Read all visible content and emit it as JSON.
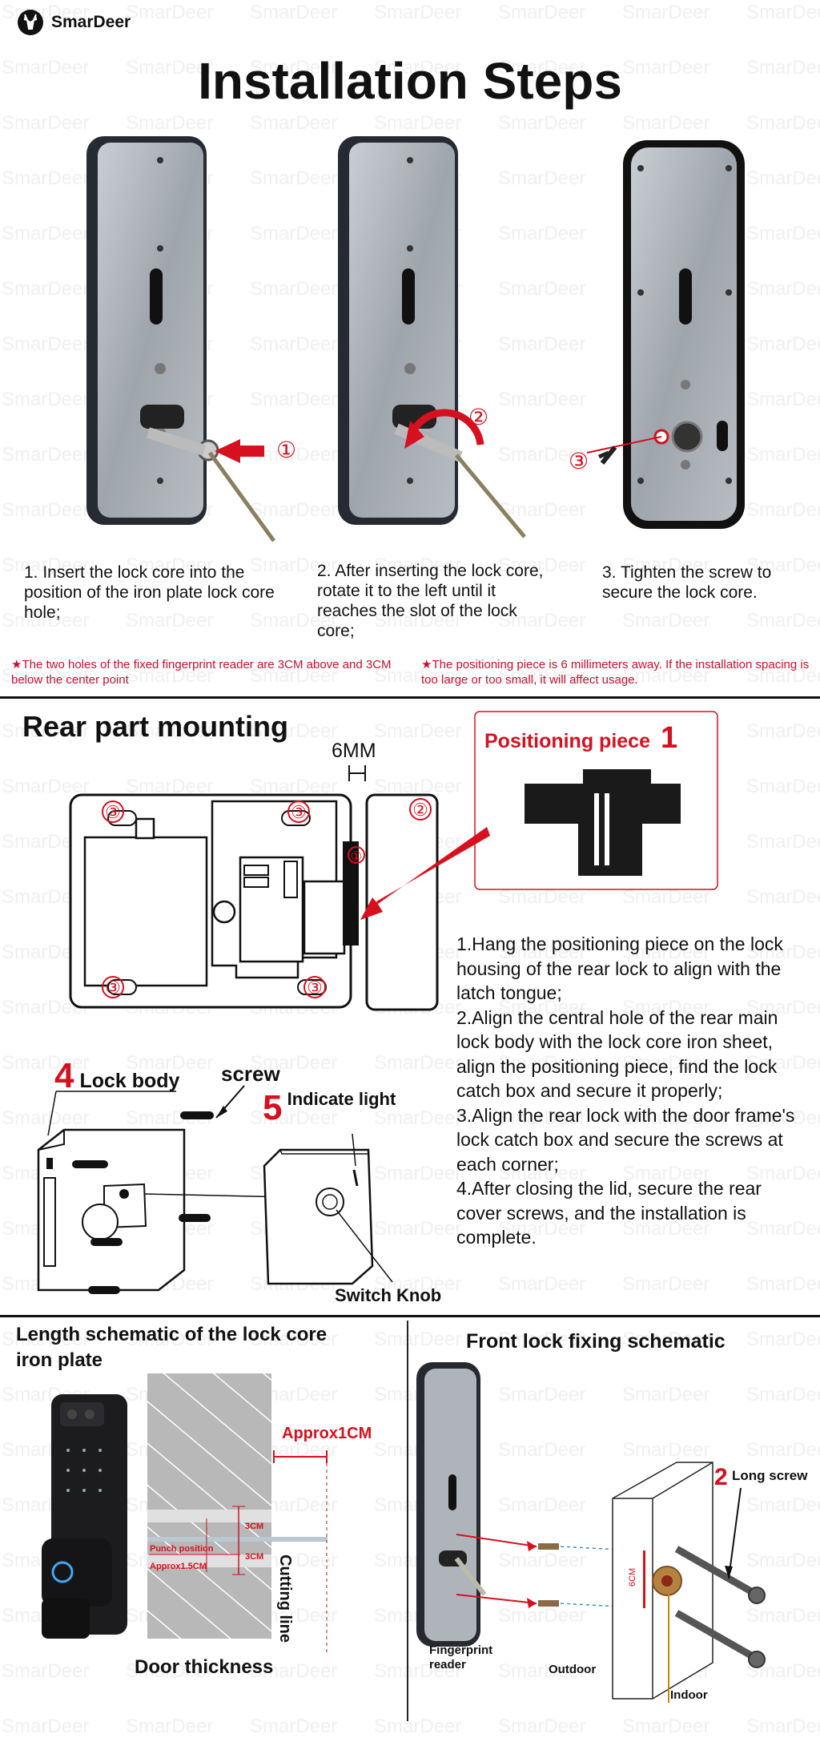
{
  "brand": {
    "name": "SmarDeer",
    "watermark": "SmarDeer"
  },
  "title": "Installation Steps",
  "steps": [
    {
      "num": "①",
      "text": "1. Insert the lock core into the position of the iron plate lock core hole;"
    },
    {
      "num": "②",
      "text": "2. After inserting the lock core, rotate it to the left until it reaches the slot of the lock core;"
    },
    {
      "num": "③",
      "text": "3. Tighten the screw to secure the lock core."
    }
  ],
  "notes": [
    "★The two holes of  the fixed fingerprint reader are 3CM above and 3CM below the center point",
    "★The positioning piece is 6 millimeters away. If the installation spacing is too large or too small, it will affect usage."
  ],
  "rear": {
    "heading": "Rear part mounting",
    "gap": "6MM",
    "positioning_label": "Positioning piece",
    "positioning_num": "1",
    "circle_marks": [
      "③",
      "③",
      "②",
      "③",
      "③",
      "①"
    ],
    "instructions": [
      "1.Hang the positioning piece on the lock housing of the rear lock to align with the latch tongue;",
      "2.Align the central hole of the rear main lock body with the lock core iron sheet, align the positioning piece, find the lock catch box and secure it properly;",
      "3.Align the rear lock with the door frame's lock catch box and secure the screws at each corner;",
      "4.After closing the lid, secure the rear cover screws, and the installation is complete."
    ],
    "lock_body_num": "4",
    "lock_body": "Lock body",
    "screw": "screw",
    "indicate_num": "5",
    "indicate": "Indicate light",
    "switch_knob": "Switch Knob"
  },
  "bottom_left": {
    "heading": "Length schematic of the lock core iron plate",
    "approx1": "Approx1CM",
    "three_cm_a": "3CM",
    "three_cm_b": "3CM",
    "punch": "Punch position",
    "approx15": "Approx1.5CM",
    "cutting": "Cutting line",
    "door": "Door thickness"
  },
  "bottom_right": {
    "heading": "Front lock fixing schematic",
    "long_num": "2",
    "long_screw": "Long screw",
    "sixcm": "6CM",
    "fingerprint": "Fingerprint reader",
    "outdoor": "Outdoor",
    "indoor": "Indoor"
  },
  "colors": {
    "accent": "#d6101e",
    "plate": "#a7adb4",
    "lock": "#1d2027"
  }
}
